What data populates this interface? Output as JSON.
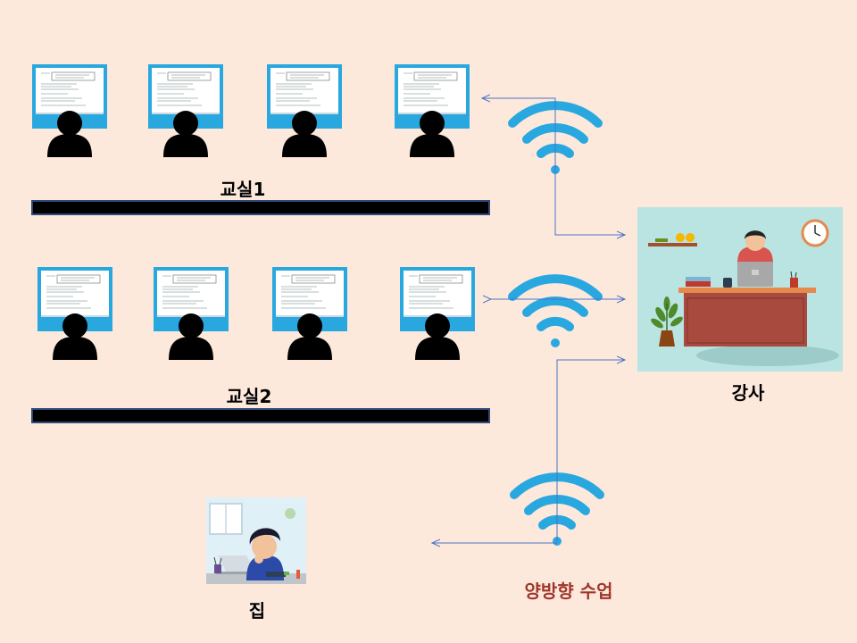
{
  "classroom1": {
    "label": "교실1"
  },
  "classroom2": {
    "label": "교실2"
  },
  "teacher": {
    "label": "강사"
  },
  "home": {
    "label": "집"
  },
  "caption": {
    "label": "양방향 수업"
  },
  "colors": {
    "background": "#fde9dc",
    "wifi": "#29a8e0",
    "arrow": "#4a72c4",
    "desk_bar": "#000000",
    "caption": "#a0352b",
    "monitor": "#29a8e0"
  }
}
